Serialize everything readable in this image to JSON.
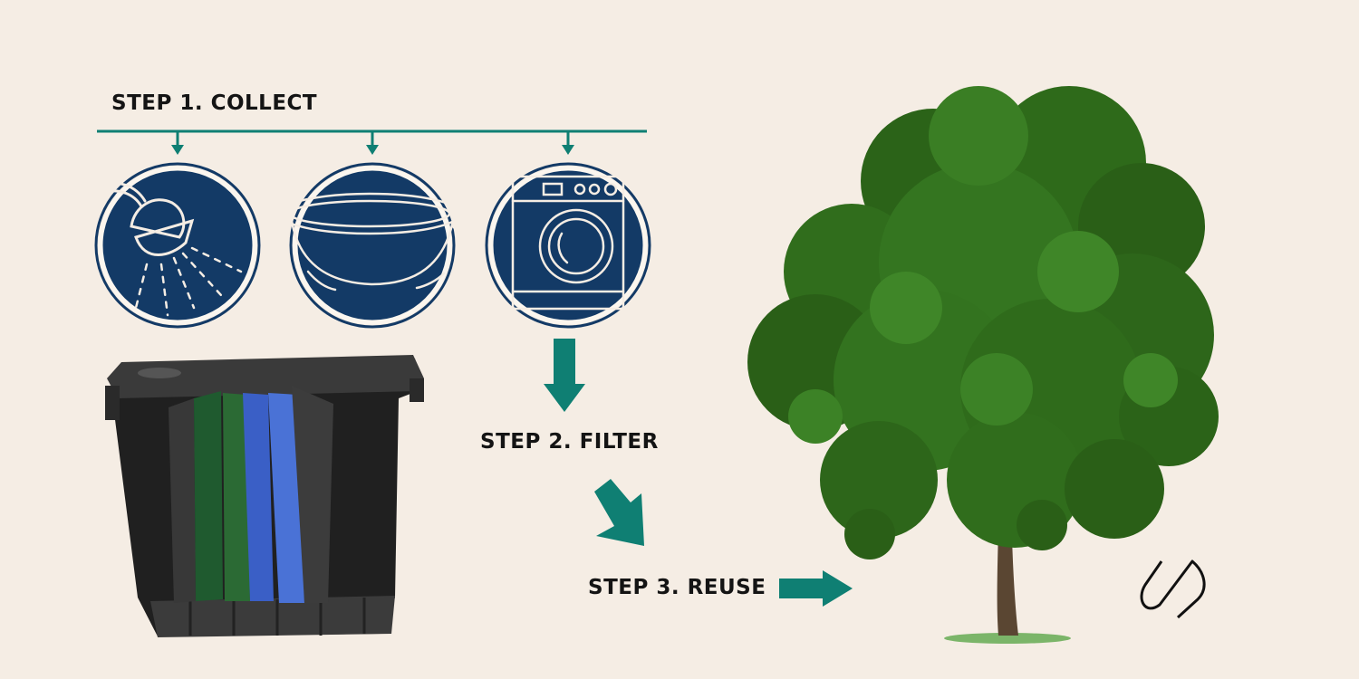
{
  "steps": {
    "collect": "STEP 1. COLLECT",
    "filter": "STEP 2. FILTER",
    "reuse": "STEP 3. REUSE"
  },
  "sources": [
    {
      "name": "shower",
      "icon": "shower-icon"
    },
    {
      "name": "bathtub",
      "icon": "bathtub-icon"
    },
    {
      "name": "washing machine",
      "icon": "washing-machine-icon"
    }
  ],
  "colors": {
    "background": "#f5ede4",
    "accent": "#0f7f73",
    "circle_fill": "#133a66",
    "text": "#141414",
    "foliage": "#2f6a1a",
    "trunk": "#5a4632"
  }
}
